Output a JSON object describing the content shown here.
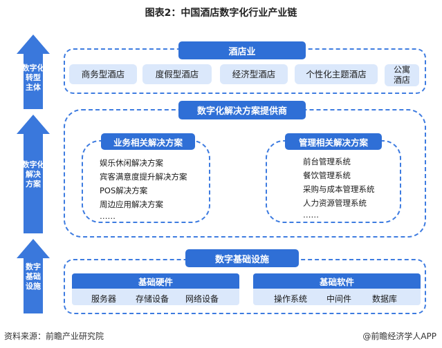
{
  "title": "图表2：中国酒店数字化行业产业链",
  "left_arrows": [
    {
      "label": "数字化\n转型\n主体"
    },
    {
      "label": "数字化\n解决\n方案"
    },
    {
      "label": "数字\n基础\n设施"
    }
  ],
  "hotel": {
    "header": "酒店业",
    "items": [
      "商务型酒店",
      "度假型酒店",
      "经济型酒店",
      "个性化主题酒店",
      "公寓\n酒店"
    ]
  },
  "solutions": {
    "header": "数字化解决方案提供商",
    "business": {
      "header": "业务相关解决方案",
      "items": [
        "娱乐休闲解决方案",
        "宾客满意度提升解决方案",
        "POS解决方案",
        "周边应用解决方案",
        "……"
      ]
    },
    "management": {
      "header": "管理相关解决方案",
      "items": [
        "前台管理系统",
        "餐饮管理系统",
        "采购与成本管理系统",
        "人力资源管理系统",
        "……"
      ]
    }
  },
  "infra": {
    "header": "数字基础设施",
    "hardware": {
      "header": "基础硬件",
      "items": [
        "服务器",
        "存储设备",
        "网络设备"
      ]
    },
    "software": {
      "header": "基础软件",
      "items": [
        "操作系统",
        "中间件",
        "数据库"
      ]
    }
  },
  "footer": {
    "source": "资料来源：前瞻产业研究院",
    "brand": "@前瞻经济学人APP"
  },
  "colors": {
    "primary": "#2f6fd6",
    "light": "#dbe8fb",
    "arrow": "#3a78dc"
  }
}
